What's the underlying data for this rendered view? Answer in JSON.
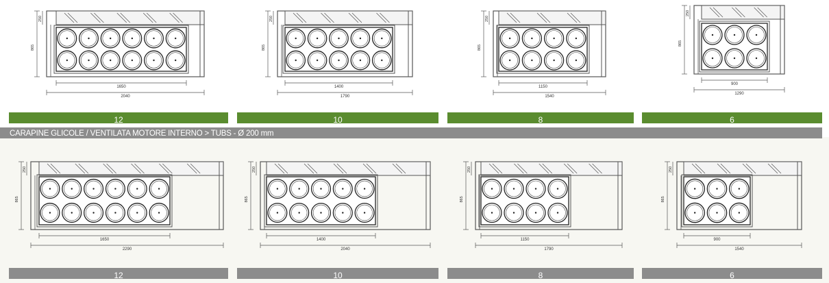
{
  "header": {
    "title": "CARAPINE GLICOLE / VENTILATA  MOTORE INTERNO > TUBS - Ø  200 mm"
  },
  "colors": {
    "green_bar": "#5a8c2f",
    "grey_bar": "#8c8c8c",
    "line": "#555555"
  },
  "top_row": [
    {
      "tubs": "12",
      "cols": 6,
      "inner": "1650",
      "outer": "2040",
      "height": "865",
      "top": "250"
    },
    {
      "tubs": "10",
      "cols": 5,
      "inner": "1400",
      "outer": "1790",
      "height": "865",
      "top": "250"
    },
    {
      "tubs": "8",
      "cols": 4,
      "inner": "1150",
      "outer": "1540",
      "height": "865",
      "top": "250"
    },
    {
      "tubs": "6",
      "cols": 3,
      "inner": "900",
      "outer": "1290",
      "height": "865",
      "top": "250"
    }
  ],
  "bottom_row": [
    {
      "tubs": "12",
      "cols": 6,
      "inner": "1650",
      "outer": "2290",
      "height": "865",
      "top": "250"
    },
    {
      "tubs": "10",
      "cols": 5,
      "inner": "1400",
      "outer": "2040",
      "height": "865",
      "top": "250"
    },
    {
      "tubs": "8",
      "cols": 4,
      "inner": "1150",
      "outer": "1790",
      "height": "865",
      "top": "250"
    },
    {
      "tubs": "6",
      "cols": 3,
      "inner": "900",
      "outer": "1540",
      "height": "865",
      "top": "250"
    }
  ]
}
